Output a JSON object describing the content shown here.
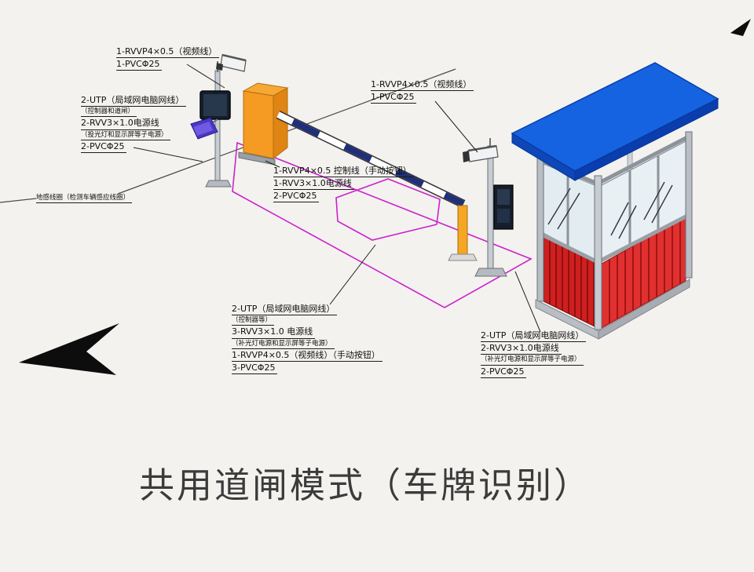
{
  "title": "共用道闸模式（车牌识别）",
  "colors": {
    "roof_blue": "#1563e0",
    "roof_edge_blue": "#0c3fae",
    "wall_red": "#cf1f1f",
    "wall_red_right": "#e03030",
    "barrier_orange": "#f59a23",
    "boom_navy": "#1f2f7a",
    "loop_magenta": "#cc22cc",
    "floodlight_purple": "#4b36c9",
    "title_gray": "#3b3b3b"
  },
  "labels": {
    "camera1": {
      "lines": [
        "1-RVVP4×0.5（视频线）",
        "1-PVCΦ25"
      ]
    },
    "entry_left": {
      "lines": [
        "2-UTP（局域网电脑网线）",
        "（控制器和道闸）",
        "2-RVV3×1.0电源线",
        "（投光灯和显示屏等子电源）",
        "2-PVCΦ25"
      ]
    },
    "barrier": {
      "lines": [
        "1-RVVP4×0.5 控制线（手动按钮）",
        "1-RVV3×1.0电源线",
        "2-PVCΦ25"
      ]
    },
    "camera2": {
      "lines": [
        "1-RVVP4×0.5（视频线）",
        "1-PVCΦ25"
      ]
    },
    "lane": {
      "lines": [
        "2-UTP（局域网电脑网线）",
        "（控制器等）",
        "3-RVV3×1.0 电源线",
        "（补光灯电源和显示屏等子电源）",
        "1-RVVP4×0.5（视频线）（手动按钮）",
        "3-PVCΦ25"
      ]
    },
    "booth": {
      "lines": [
        "2-UTP（局域网电脑网线）",
        "2-RVV3×1.0电源线",
        "（补光灯电源和显示屏等子电源）",
        "2-PVCΦ25"
      ]
    },
    "loop": {
      "lines": [
        "地感线圈（检测车辆感应线圈）"
      ]
    }
  }
}
